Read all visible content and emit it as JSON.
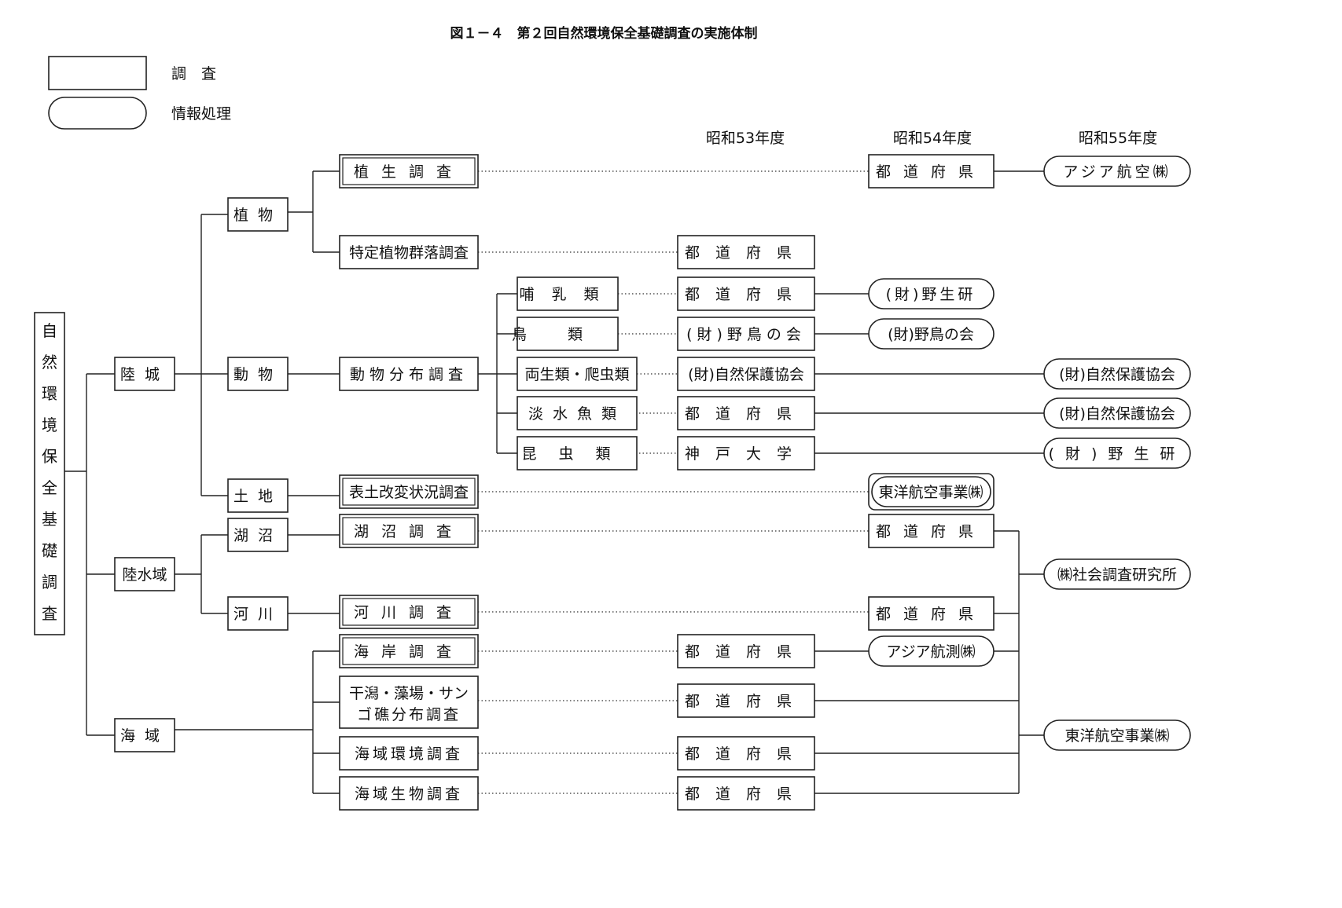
{
  "title": "図１－４　第２回自然環境保全基礎調査の実施体制",
  "legend": {
    "survey_label": "調　査",
    "info_label": "情報処理"
  },
  "years": [
    "昭和53年度",
    "昭和54年度",
    "昭和55年度"
  ],
  "root": "自然環境保全基礎調査",
  "domains": [
    "陸城",
    "陸水域",
    "海域"
  ],
  "categories": [
    "植物",
    "動物",
    "土地",
    "湖沼",
    "河川"
  ],
  "surveys": {
    "vegetation": "植生調査",
    "specific_plant": "特定植物群落調査",
    "animal_dist": "動物分布調査",
    "surface": "表土改変状況調査",
    "lake": "湖沼調査",
    "river": "河川調査",
    "coast": "海岸調査",
    "tidal_line1": "干潟・藻場・サン",
    "tidal_line2": "ゴ礁分布調査",
    "marine_env": "海域環境調査",
    "marine_bio": "海域生物調査"
  },
  "animal_groups": [
    "哺乳類",
    "鳥類",
    "両生類・爬虫類",
    "淡水魚類",
    "昆虫類"
  ],
  "orgs_s53": {
    "specific_plant": "都道府県",
    "mammals": "都道府県",
    "birds": "(財)野鳥の会",
    "amphibians": "(財)自然保護協会",
    "fish": "都道府県",
    "insects": "神戸大学",
    "coast": "都道府県",
    "tidal": "都道府県",
    "marine_env": "都道府県",
    "marine_bio": "都道府県"
  },
  "orgs_s54": {
    "vegetation": "都道府県",
    "mammals": "(財)野生研",
    "birds": "(財)野鳥の会",
    "surface": "東洋航空事業㈱",
    "lake": "都道府県",
    "river": "都道府県",
    "coast": "アジア航測㈱"
  },
  "orgs_s55": {
    "vegetation": "アジア航空㈱",
    "amphibians": "(財)自然保護協会",
    "fish": "(財)自然保護協会",
    "insects": "(財)野生研",
    "lake_river": "㈱社会調査研究所",
    "marine": "東洋航空事業㈱"
  }
}
